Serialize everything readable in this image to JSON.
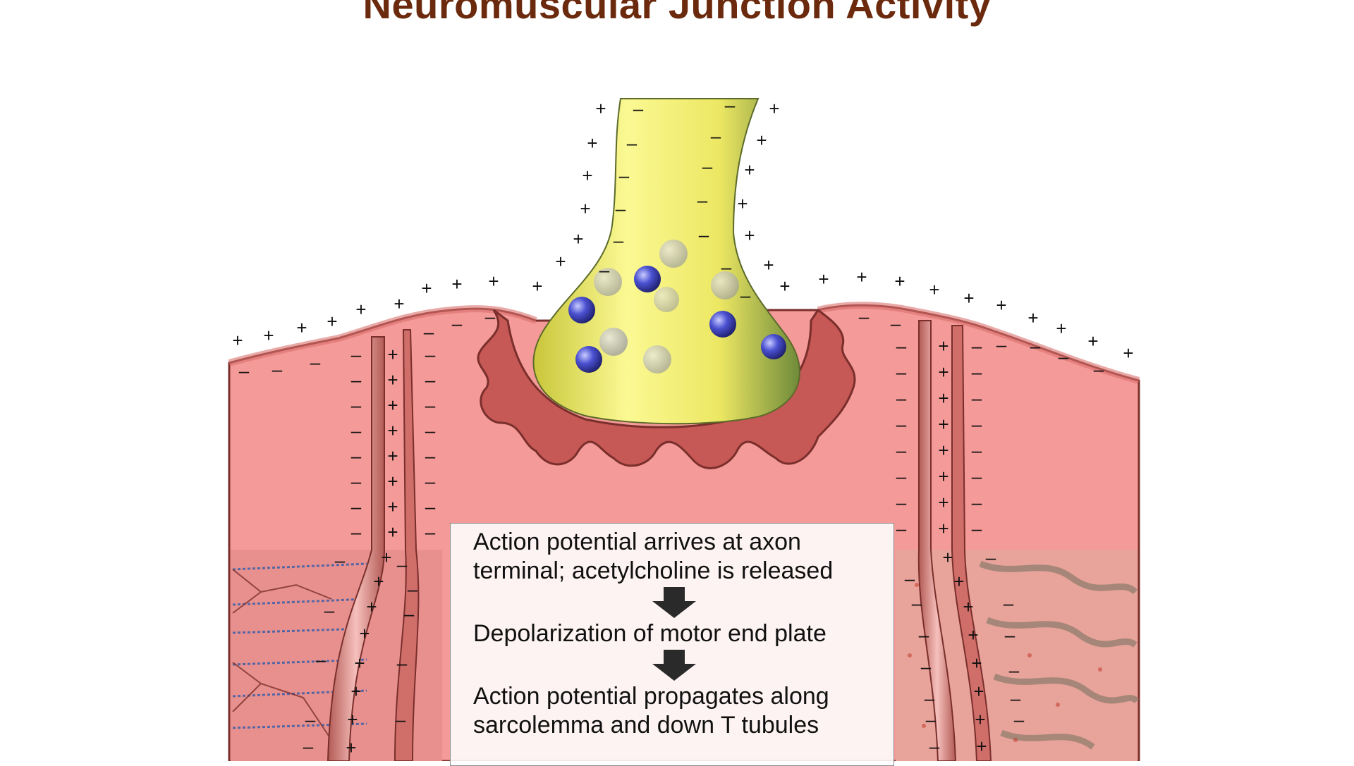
{
  "title": "Neuromuscular Junction Activity",
  "steps": [
    "Action potential arrives at axon\nterminal; acetylcholine is released",
    "Depolarization of motor end plate",
    "Action potential propagates along\nsarcolemma and down T tubules"
  ],
  "symbols": {
    "plus": "+",
    "minus": "–"
  },
  "colors": {
    "title": "#6b2a0d",
    "muscle": "#f49a98",
    "muscle_dark": "#d86f6c",
    "axon": "#f2f06a",
    "vesicle": "#4a4fc7",
    "arrow": "#2a2a2a"
  }
}
